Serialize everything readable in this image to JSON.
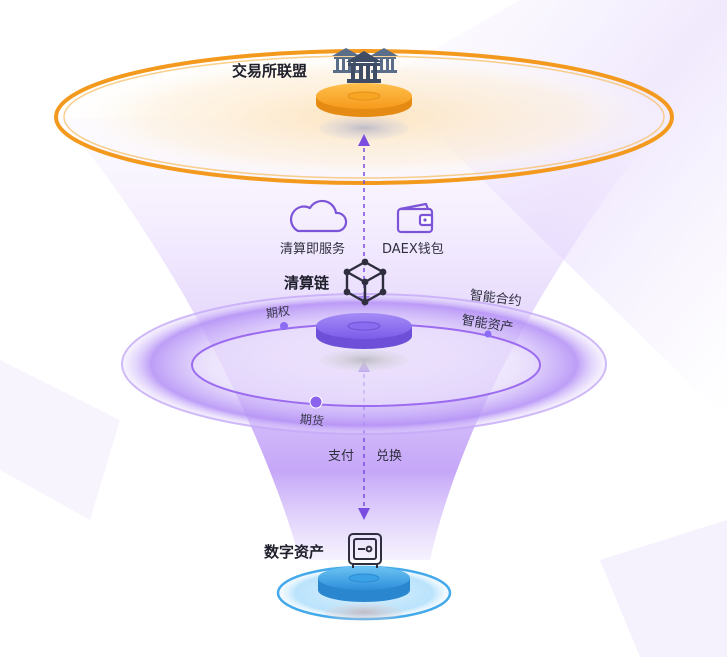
{
  "nodes": {
    "exchange_alliance": "交易所联盟",
    "clearing_service": "清算即服务",
    "daex_wallet": "DAEX钱包",
    "clearing_chain": "清算链",
    "smart_contract": "智能合约",
    "smart_assets": "智能资产",
    "options": "期权",
    "futures": "期货",
    "payment": "支付",
    "exchange": "兑换",
    "digital_assets": "数字资产"
  },
  "icons": {
    "exchange_alliance": "bank-buildings-icon",
    "clearing_service": "cloud-icon",
    "daex_wallet": "wallet-icon",
    "clearing_chain": "cube-network-icon",
    "digital_assets": "safe-box-icon"
  },
  "colors": {
    "orange_ring": "#f39a1e",
    "orange_disc": "#f6a623",
    "purple_ring": "#9c6cf0",
    "purple_disc": "#8b6cf2",
    "blue_ring": "#43a9ea",
    "blue_disc": "#3aa1e6",
    "arrow": "#7a4ce0",
    "icon_purple": "#7b54d8",
    "icon_dark": "#2e2e3e"
  }
}
